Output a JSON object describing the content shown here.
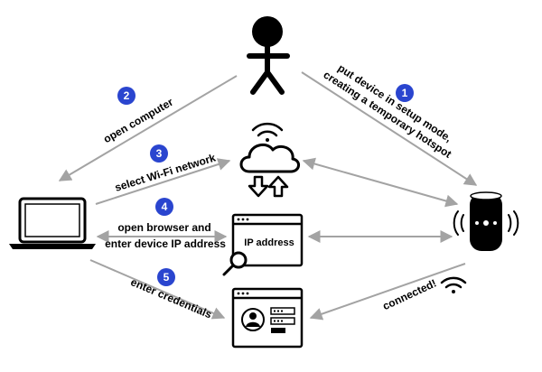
{
  "colors": {
    "badge": "#2a45cf",
    "arrow": "#a3a3a3",
    "outline": "#000000"
  },
  "steps": [
    {
      "number": "1",
      "label_lines": [
        "put device in setup mode,",
        "creating a temporary hotspot"
      ]
    },
    {
      "number": "2",
      "label_lines": [
        "open computer"
      ]
    },
    {
      "number": "3",
      "label_lines": [
        "select Wi-Fi network"
      ]
    },
    {
      "number": "4",
      "label_lines": [
        "open browser and",
        "enter device IP address"
      ]
    },
    {
      "number": "5",
      "label_lines": [
        "enter credentials"
      ]
    }
  ],
  "browser_window": {
    "text": "IP address"
  },
  "connected_label": "connected!",
  "icons": [
    "user-icon",
    "laptop-icon",
    "cloud-icon",
    "wifi-icon",
    "upload-download-icon",
    "browser-window-icon",
    "magnifier-icon",
    "login-form-icon",
    "smart-speaker-icon",
    "wifi-signal-icon"
  ]
}
